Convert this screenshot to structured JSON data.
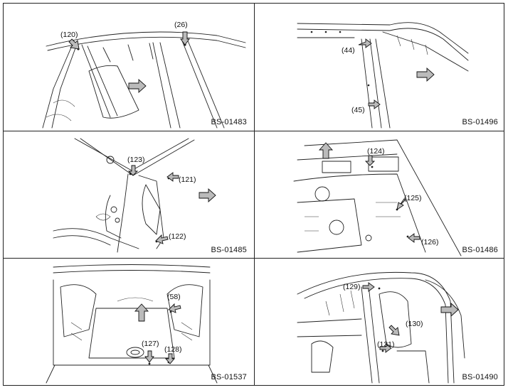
{
  "panels": [
    {
      "code": "BS-01483",
      "callouts": [
        "(120)",
        "(26)"
      ]
    },
    {
      "code": "BS-01496",
      "callouts": [
        "(44)",
        "(45)"
      ]
    },
    {
      "code": "BS-01485",
      "callouts": [
        "(123)",
        "(121)",
        "(122)"
      ]
    },
    {
      "code": "BS-01486",
      "callouts": [
        "(124)",
        "(125)",
        "(126)"
      ]
    },
    {
      "code": "BS-01537",
      "callouts": [
        "(58)",
        "(127)",
        "(128)"
      ]
    },
    {
      "code": "BS-01490",
      "callouts": [
        "(129)",
        "(130)",
        "(131)"
      ]
    }
  ],
  "icons": [
    "front-direction-arrow-icon",
    "callout-arrow-icon"
  ],
  "colors": {
    "line": "#222222",
    "arrow_fill": "#bbbbbb",
    "background": "#ffffff"
  }
}
